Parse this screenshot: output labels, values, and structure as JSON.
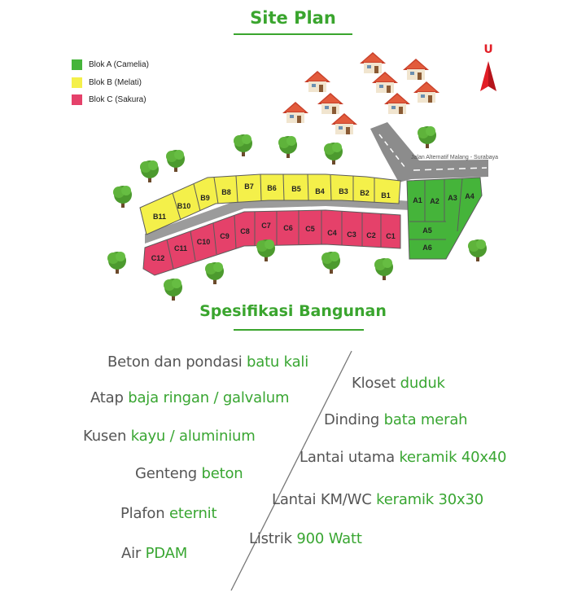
{
  "titles": {
    "site_plan": "Site Plan",
    "spesifikasi": "Spesifikasi Bangunan"
  },
  "colors": {
    "green": "#3aa52e",
    "blok_a": "#45b43a",
    "blok_b": "#f4f04a",
    "blok_c": "#e5416a",
    "road": "#8c8c8c",
    "north": "#e21e26"
  },
  "legend": [
    {
      "label": "Blok A (Camelia)",
      "color": "#45b43a"
    },
    {
      "label": "Blok B (Melati)",
      "color": "#f4f04a"
    },
    {
      "label": "Blok C (Sakura)",
      "color": "#e5416a"
    }
  ],
  "north_label": "U",
  "road_label": "Jalan Alternatif Malang - Surabaya",
  "lots": {
    "blok_a": [
      "A1",
      "A2",
      "A3",
      "A4",
      "A5",
      "A6"
    ],
    "blok_b": [
      "B1",
      "B2",
      "B3",
      "B4",
      "B5",
      "B6",
      "B7",
      "B8",
      "B9",
      "B10",
      "B11"
    ],
    "blok_c": [
      "C1",
      "C2",
      "C3",
      "C4",
      "C5",
      "C6",
      "C7",
      "C8",
      "C9",
      "C10",
      "C11",
      "C12"
    ]
  },
  "icons": {
    "house": "house-icon",
    "tree": "tree-icon",
    "north": "north-arrow-icon"
  },
  "specs_left": [
    {
      "plain": "Beton dan pondasi ",
      "accent": "batu kali"
    },
    {
      "plain": "Atap ",
      "accent": "baja ringan / galvalum"
    },
    {
      "plain": "Kusen ",
      "accent": "kayu / aluminium"
    },
    {
      "plain": "Genteng ",
      "accent": "beton"
    },
    {
      "plain": "Plafon ",
      "accent": "eternit"
    },
    {
      "plain": "Air ",
      "accent": "PDAM"
    }
  ],
  "specs_right": [
    {
      "plain": "Kloset ",
      "accent": "duduk"
    },
    {
      "plain": "Dinding ",
      "accent": "bata merah"
    },
    {
      "plain": "Lantai utama ",
      "accent": "keramik 40x40"
    },
    {
      "plain": "Lantai KM/WC ",
      "accent": "keramik 30x30"
    },
    {
      "plain": "Listrik ",
      "accent": "900 Watt"
    }
  ]
}
